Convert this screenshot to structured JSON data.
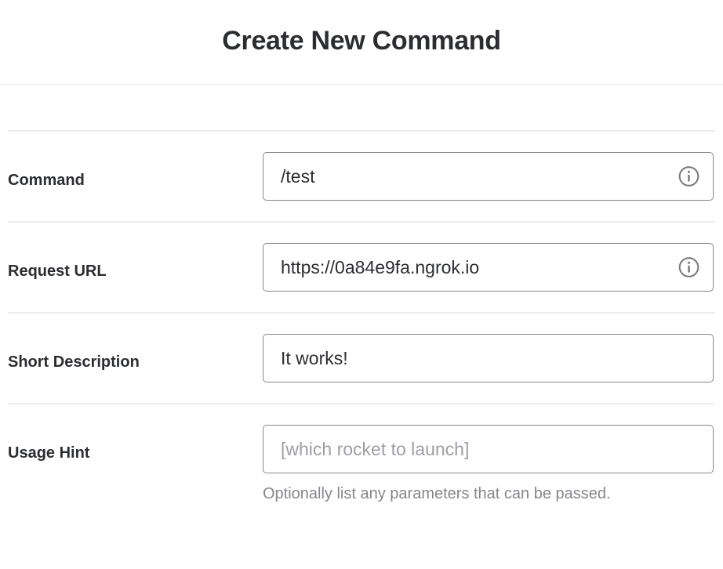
{
  "header": {
    "title": "Create New Command"
  },
  "form": {
    "rows": [
      {
        "label": "Command",
        "value": "/test",
        "placeholder": "",
        "icon": "info-icon",
        "has_icon": true,
        "help": ""
      },
      {
        "label": "Request URL",
        "value": "https://0a84e9fa.ngrok.io",
        "placeholder": "",
        "icon": "info-icon",
        "has_icon": true,
        "help": ""
      },
      {
        "label": "Short Description",
        "value": "It works!",
        "placeholder": "",
        "icon": "",
        "has_icon": false,
        "help": ""
      },
      {
        "label": "Usage Hint",
        "value": "",
        "placeholder": "[which rocket to launch]",
        "icon": "",
        "has_icon": false,
        "help": "Optionally list any parameters that can be passed."
      }
    ]
  },
  "colors": {
    "text": "#2c2d30",
    "muted": "#86868c",
    "placeholder": "#9e9ea6",
    "border": "#868686",
    "divider": "#ececec"
  }
}
